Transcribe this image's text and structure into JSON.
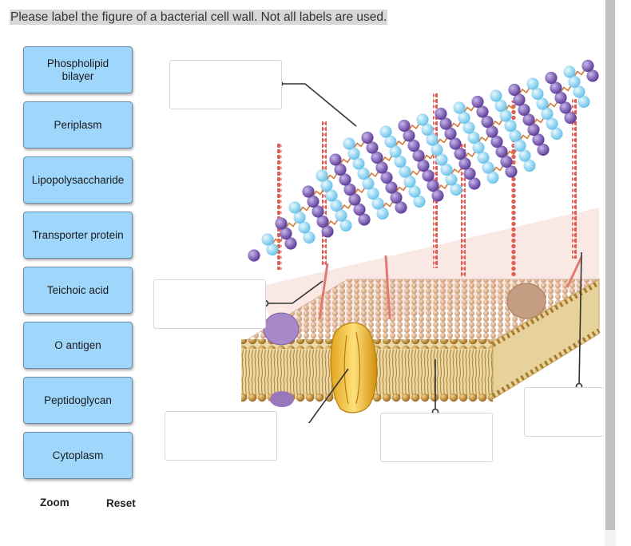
{
  "instruction": "Please label the figure of a bacterial cell wall. Not all labels are used.",
  "labels": [
    "Phospholipid\nbilayer",
    "Periplasm",
    "Lipopolysaccharide",
    "Transporter protein",
    "Teichoic acid",
    "O antigen",
    "Peptidoglycan",
    "Cytoplasm"
  ],
  "controls": {
    "zoom": "Zoom",
    "reset": "Reset"
  },
  "colors": {
    "label_fill": "#9fd7fc",
    "bead_purple": "#7a5fb2",
    "bead_blue": "#8fd4f0",
    "chain_red": "#e0645a",
    "membrane_tan": "#d9a877",
    "protein_yellow": "#f2c94c"
  }
}
